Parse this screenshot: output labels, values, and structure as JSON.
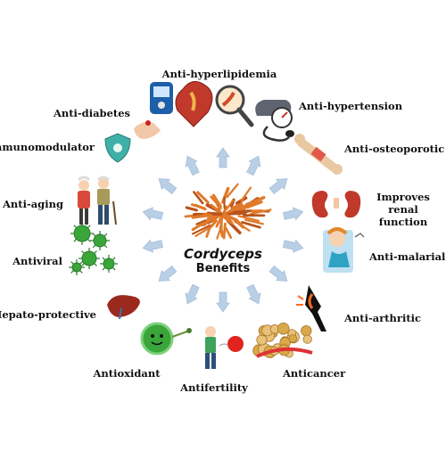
{
  "center": {
    "title": "Cordyceps",
    "subtitle": "Benefits"
  },
  "benefits": [
    {
      "label": "Anti-hyperlipidemia",
      "icon": "heart-magnifier-icon"
    },
    {
      "label": "Anti-hypertension",
      "icon": "blood-pressure-monitor-icon"
    },
    {
      "label": "Anti-osteoporotic",
      "icon": "bone-icon"
    },
    {
      "label": "Improves renal function",
      "icon": "kidney-icon"
    },
    {
      "label": "Anti-malarial",
      "icon": "sick-person-mosquito-icon"
    },
    {
      "label": "Anti-arthritic",
      "icon": "knee-joint-icon"
    },
    {
      "label": "Anticancer",
      "icon": "cancer-cells-icon"
    },
    {
      "label": "Antifertility",
      "icon": "man-sperm-icon"
    },
    {
      "label": "Antioxidant",
      "icon": "antioxidant-blob-icon"
    },
    {
      "label": "Hepato-protective",
      "icon": "liver-icon"
    },
    {
      "label": "Antiviral",
      "icon": "virus-icon"
    },
    {
      "label": "Anti-aging",
      "icon": "elderly-couple-icon"
    },
    {
      "label": "Immunomodulator",
      "icon": "shield-virus-icon"
    },
    {
      "label": "Anti-diabetes",
      "icon": "glucometer-icon"
    }
  ],
  "colors": {
    "arrow": "#b8cfe6",
    "arrow_stroke": "#a6bfdb",
    "fungus": "#e07a2a",
    "fungus_dark": "#b8531a"
  }
}
